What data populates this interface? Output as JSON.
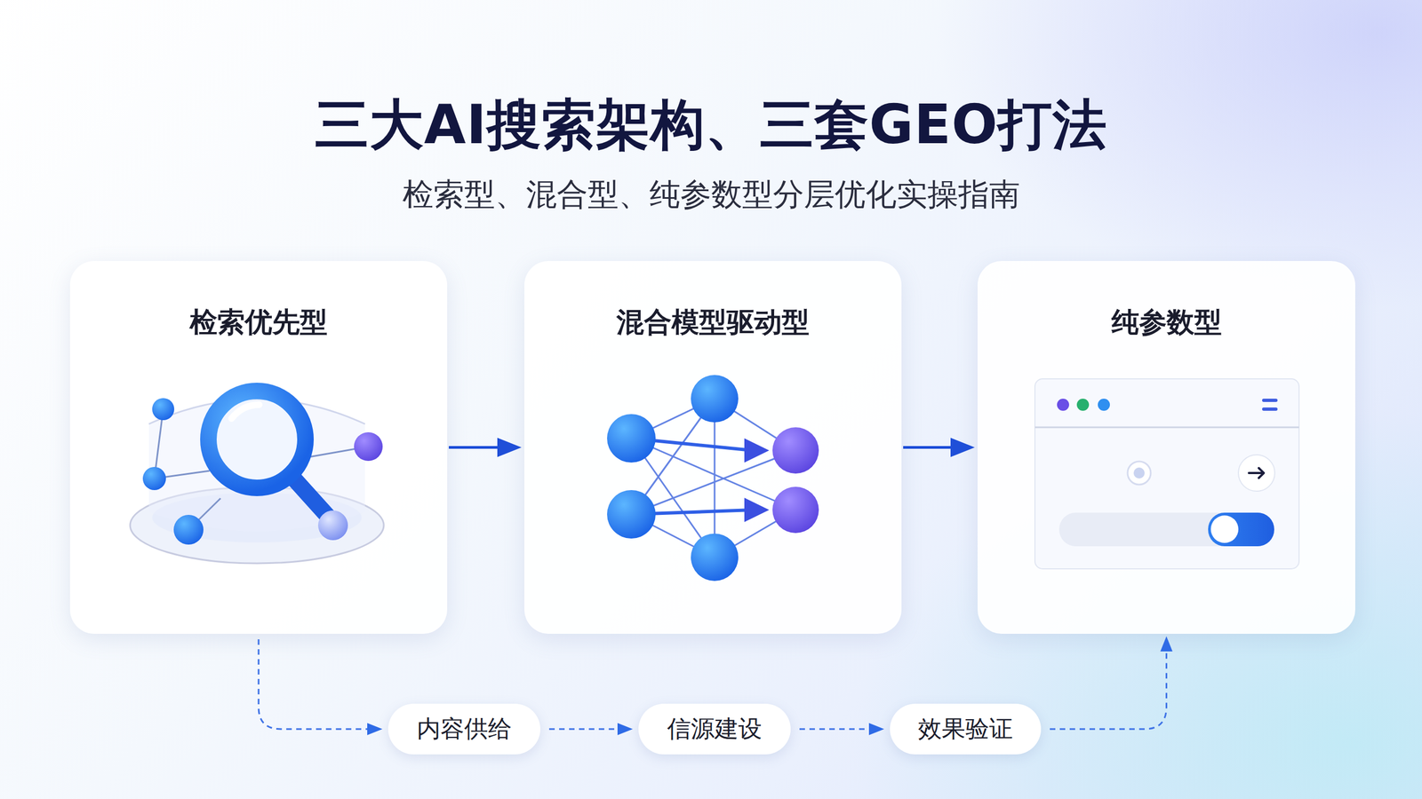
{
  "diagram": {
    "title": "三大AI搜索架构、三套GEO打法",
    "caption": "检索型、混合型、纯参数型分层优化实操指南",
    "nodes": [
      {
        "text": [
          "检索优先型"
        ]
      },
      {
        "text": [
          "混合模型驱动型"
        ]
      },
      {
        "text": [
          "纯参数型"
        ]
      },
      {
        "text": [
          "内容供给"
        ]
      },
      {
        "text": [
          "信源建设"
        ]
      },
      {
        "text": [
          "效果验证"
        ]
      }
    ],
    "edges": [
      {
        "from": 0,
        "to": 1,
        "arrow": "to"
      },
      {
        "from": 1,
        "to": 2,
        "arrow": "to"
      },
      {
        "from": 0,
        "to": 3,
        "arrow": "to"
      },
      {
        "from": 3,
        "to": 4,
        "arrow": "to"
      },
      {
        "from": 4,
        "to": 5,
        "arrow": "to"
      },
      {
        "from": 5,
        "to": 2,
        "arrow": "to"
      }
    ]
  }
}
